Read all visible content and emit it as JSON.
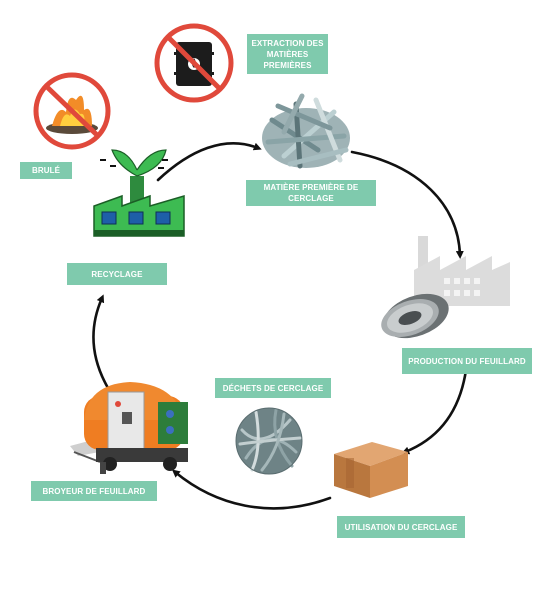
{
  "labels": {
    "extraction": "EXTRACTION DES MATIÈRES PREMIÈRES",
    "brule": "BRULÉ",
    "matiere": "MATIÈRE PREMIÈRE DE CERCLAGE",
    "recyclage": "RECYCLAGE",
    "production": "PRODUCTION DU FEUILLARD",
    "dechets": "DÉCHETS DE CERCLAGE",
    "broyeur": "BROYEUR DE FEUILLARD",
    "utilisation": "UTILISATION DU CERCLAGE"
  },
  "colors": {
    "label_bg": "#7fcaad",
    "prohibition_red": "#e0493b",
    "arrow": "#111111",
    "factory_green": "#3dbb52",
    "shredder_orange": "#ef7d22"
  },
  "icons": [
    "no-fire-icon",
    "no-oil-barrel-icon",
    "recycling-factory-icon",
    "strapping-scrap-icon",
    "factory-icon",
    "steel-coil-icon",
    "cardboard-box-icon",
    "strapping-waste-icon",
    "shredder-machine-icon"
  ]
}
